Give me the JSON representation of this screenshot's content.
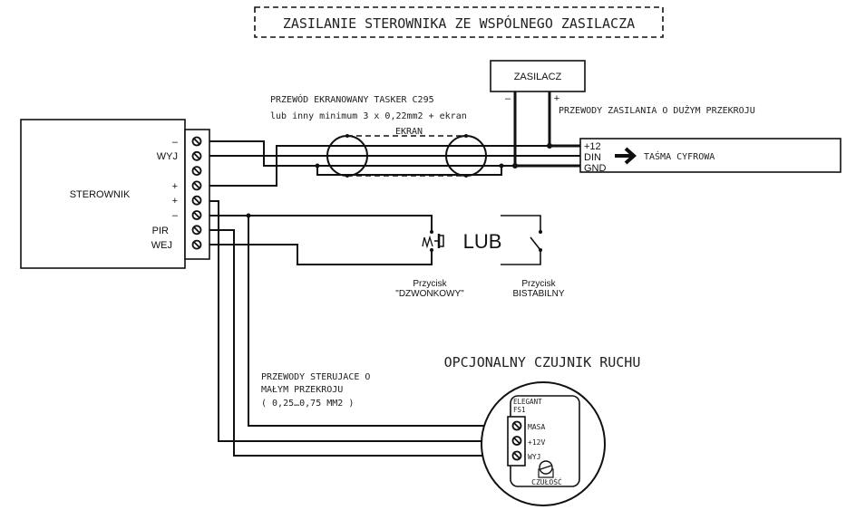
{
  "title": "ZASILANIE STEROWNIKA ZE WSPÓLNEGO ZASILACZA",
  "controller": {
    "name": "STEROWNIK",
    "terminals": [
      "–",
      "WYJ",
      "",
      "+",
      "+",
      "–",
      "PIR",
      "WEJ"
    ]
  },
  "power_supply": {
    "name": "ZASILACZ",
    "minus": "–",
    "plus": "+"
  },
  "cable": {
    "line1": "PRZEWÓD EKRANOWANY TASKER C295",
    "line2": "lub inny minimum 3 x 0,22mm2 + ekran",
    "shield_label": "EKRAN"
  },
  "power_wires_note": "PRZEWODY ZASILANIA O DUŻYM PRZEKROJU",
  "strip": {
    "pins": [
      "+12",
      "DIN",
      "GND"
    ],
    "label": "TAŚMA CYFROWA"
  },
  "buttons": {
    "or_label": "LUB",
    "doorbell": {
      "line1": "Przycisk",
      "line2": "\"DZWONKOWY\""
    },
    "bistable": {
      "line1": "Przycisk",
      "line2": "BISTABILNY"
    }
  },
  "control_wires_note": {
    "line1": "PRZEWODY STERUJACE O",
    "line2": "MAŁYM PRZEKROJU",
    "line3": "( 0,25…0,75 MM2 )"
  },
  "sensor": {
    "title": "OPCJONALNY CZUJNIK RUCHU",
    "model_line1": "ELEGANT",
    "model_line2": "FS1",
    "terminals": [
      "MASA",
      "+12V",
      "WYJ"
    ],
    "knob_label": "CZUŁOŚĆ"
  }
}
